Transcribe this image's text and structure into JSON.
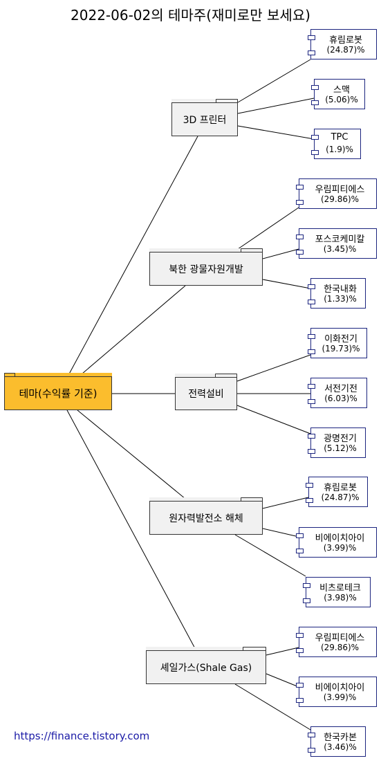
{
  "title": "2022-06-02의 테마주(재미로만 보세요)",
  "root": {
    "label": "테마(수익률 기준)",
    "color": "#fbbd2d"
  },
  "themes": [
    {
      "name": "3D 프린터",
      "stocks": [
        {
          "name": "휴림로봇",
          "pct": "(24.87)%"
        },
        {
          "name": "스맥",
          "pct": "(5.06)%"
        },
        {
          "name": "TPC",
          "pct": "(1.9)%"
        }
      ]
    },
    {
      "name": "북한 광물자원개발",
      "stocks": [
        {
          "name": "우림피티에스",
          "pct": "(29.86)%"
        },
        {
          "name": "포스코케미칼",
          "pct": "(3.45)%"
        },
        {
          "name": "한국내화",
          "pct": "(1.33)%"
        }
      ]
    },
    {
      "name": "전력설비",
      "stocks": [
        {
          "name": "이화전기",
          "pct": "(19.73)%"
        },
        {
          "name": "서전기전",
          "pct": "(6.03)%"
        },
        {
          "name": "광명전기",
          "pct": "(5.12)%"
        }
      ]
    },
    {
      "name": "원자력발전소 해체",
      "stocks": [
        {
          "name": "휴림로봇",
          "pct": "(24.87)%"
        },
        {
          "name": "비에이치아이",
          "pct": "(3.99)%"
        },
        {
          "name": "비츠로테크",
          "pct": "(3.98)%"
        }
      ]
    },
    {
      "name": "셰일가스(Shale Gas)",
      "stocks": [
        {
          "name": "우림피티에스",
          "pct": "(29.86)%"
        },
        {
          "name": "비에이치아이",
          "pct": "(3.99)%"
        },
        {
          "name": "한국카본",
          "pct": "(3.46)%"
        }
      ]
    }
  ],
  "source": "https://finance.tistory.com",
  "colors": {
    "component_border": "#1a237e",
    "folder_fill": "#f1f1f1",
    "root_fill": "#fbbd2d",
    "source_text": "#1a1aa6"
  }
}
